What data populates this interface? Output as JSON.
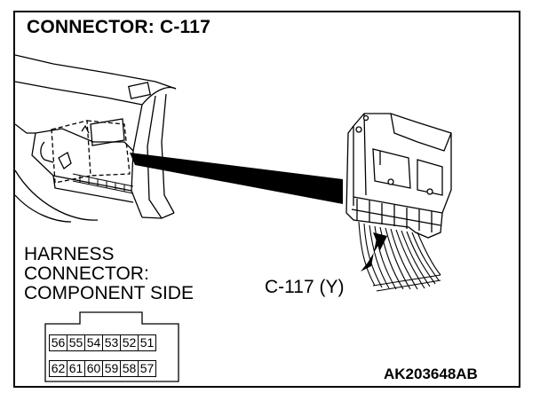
{
  "title": "CONNECTOR: C-117",
  "harness_label": {
    "line1": "HARNESS",
    "line2": "CONNECTOR:",
    "line3": "COMPONENT SIDE"
  },
  "callout_label": "C-117 (Y)",
  "figure_id": "AK203648AB",
  "connector_pins": {
    "top_row": [
      "56",
      "55",
      "54",
      "53",
      "52",
      "51"
    ],
    "bottom_row": [
      "62",
      "61",
      "60",
      "59",
      "58",
      "57"
    ]
  }
}
